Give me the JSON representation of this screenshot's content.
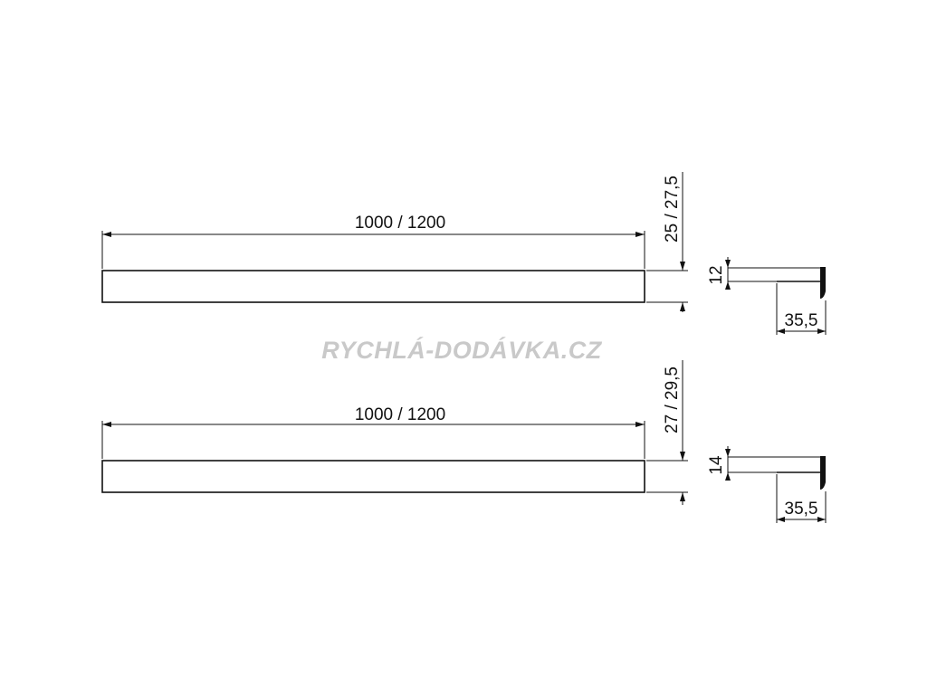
{
  "views": [
    {
      "length_label": "1000 / 1200",
      "height_label": "25 / 27,5",
      "profile_height_label": "12",
      "profile_width_label": "35,5"
    },
    {
      "length_label": "1000 / 1200",
      "height_label": "27 / 29,5",
      "profile_height_label": "14",
      "profile_width_label": "35,5"
    }
  ],
  "watermark": "RYCHLÁ-DODÁVKA.CZ"
}
